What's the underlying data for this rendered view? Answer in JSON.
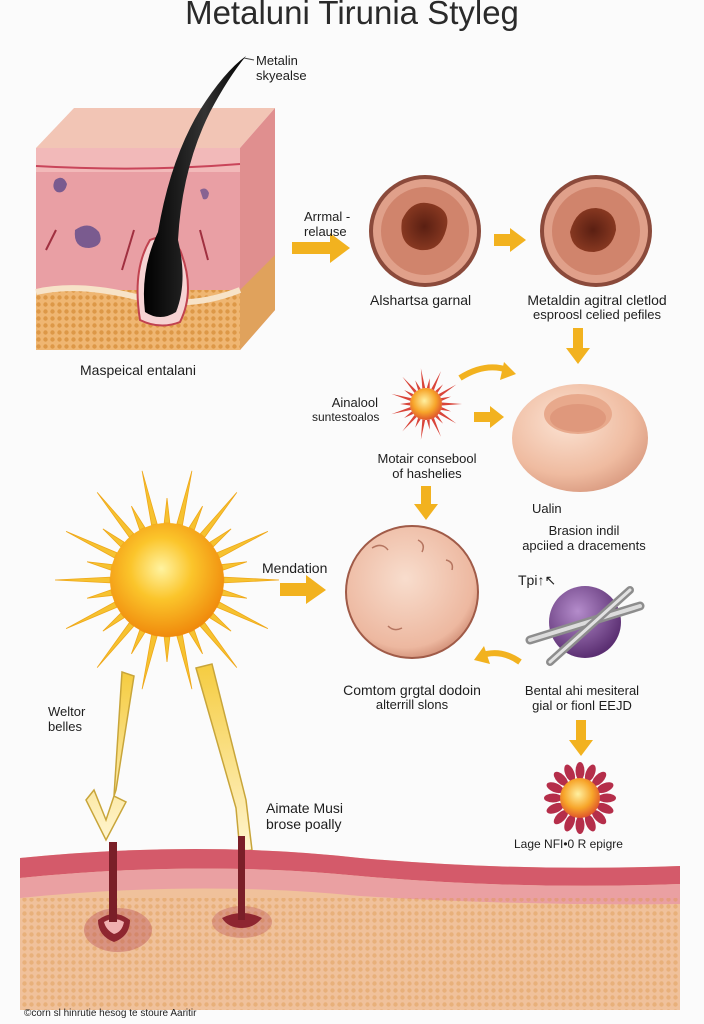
{
  "title": "Metaluni Tirunia Styleg",
  "labels": {
    "hair_top": [
      "Metalin",
      "skyealse"
    ],
    "skin_block_caption": "Maspeical entalani",
    "arrow_in": [
      "Arrmal -",
      "relause"
    ],
    "cell_a": "Alshartsa garnal",
    "cell_b": [
      "Metaldin agitral cletlod",
      "esproosl celied pefiles"
    ],
    "star_small": [
      "Ainalool",
      "suntestoalos"
    ],
    "middle": [
      "Motair consebool",
      "of hashelies"
    ],
    "disc": "Ualin",
    "disc_desc": [
      "Brasion indil",
      "apciied a dracements"
    ],
    "mendation": "Mendation",
    "tp": "Tpi↑↖",
    "round_cell": [
      "Comtom grgtal dodoin",
      "alterrill slons"
    ],
    "purple": [
      "Bental ahi mesiteral",
      "gial or fionl EEJD"
    ],
    "weltor": [
      "Weltor",
      "belles"
    ],
    "aimate": [
      "Aimate Musi",
      "brose poally"
    ],
    "lage": "Lage NFI•0 R epigre",
    "footer": "©corn sl hinrutie hesog te stoure Aaritir"
  },
  "colors": {
    "skin_pink": "#e9a3a7",
    "dermis_orange": "#e6a351",
    "arrow_gold": "#f2b21f",
    "cell_ring": "#a25a4a",
    "disc": "#f1c6ac",
    "sun_core": "#f7b21a",
    "purple_cell": "#7a4a8c"
  }
}
